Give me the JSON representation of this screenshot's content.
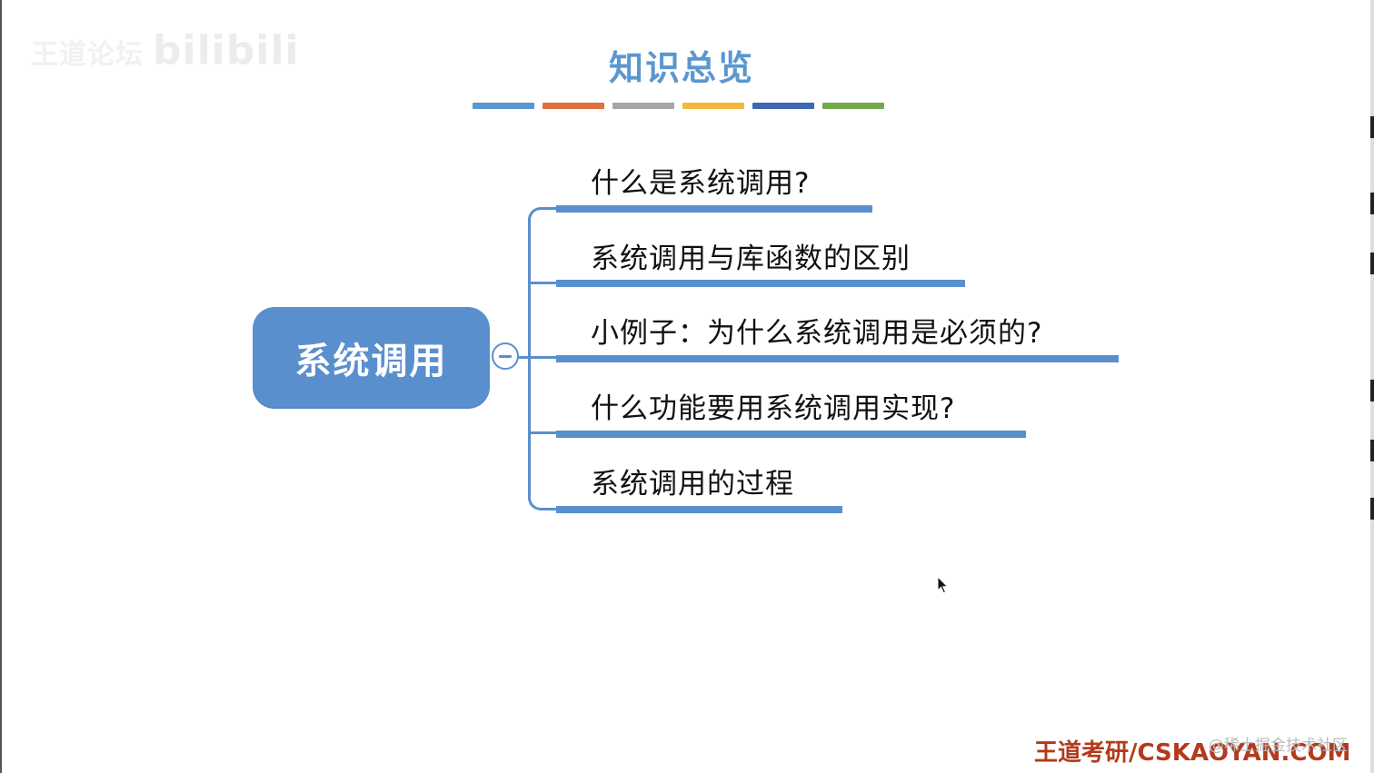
{
  "watermark": {
    "text": "王道论坛",
    "logo": "bilibili"
  },
  "slide": {
    "title": "知识总览",
    "color_bar": [
      "#5b97cf",
      "#e0703c",
      "#a6a6a6",
      "#f2b83e",
      "#3f66b0",
      "#73a94a"
    ]
  },
  "mindmap": {
    "root": "系统调用",
    "branches": [
      {
        "label": "什么是系统调用?"
      },
      {
        "label": "系统调用与库函数的区别"
      },
      {
        "label": "小例子：为什么系统调用是必须的?"
      },
      {
        "label": "什么功能要用系统调用实现?"
      },
      {
        "label": "系统调用的过程"
      }
    ],
    "accent": "#5a8fcd"
  },
  "footer": {
    "brand": "王道考研/CSKAOYAN.COM",
    "juejin": "@稀土掘金技术社区"
  }
}
